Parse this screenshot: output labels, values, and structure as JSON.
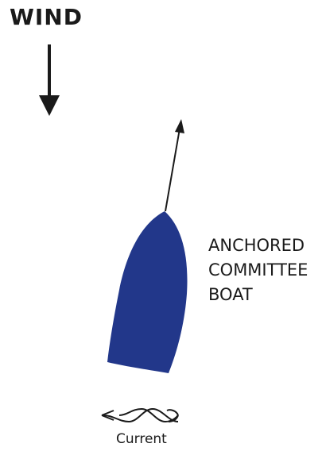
{
  "wind": {
    "label": "WIND"
  },
  "committee_boat": {
    "label_lines": [
      "ANCHORED",
      "COMMITTEE",
      "BOAT"
    ],
    "hull_color": "#22378a"
  },
  "current": {
    "label": "Current"
  },
  "colors": {
    "ink": "#1a1a1a",
    "hull": "#22378a"
  },
  "icons": {
    "wind": "down-arrow-icon",
    "boat_heading": "heading-arrow-icon",
    "current": "wavy-left-arrow-icon"
  }
}
